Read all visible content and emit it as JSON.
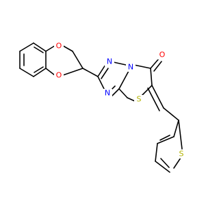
{
  "molecule": {
    "colors": {
      "carbon_bond": "#000000",
      "oxygen": "#ff0000",
      "nitrogen": "#0000ff",
      "sulfur": "#b2b200"
    },
    "atoms": {
      "o_dioxane_top": "O",
      "o_dioxane_bottom": "O",
      "n_triazole_top": "N",
      "n_triazole_fused": "N",
      "n_triazole_bottom": "N",
      "o_carbonyl": "O",
      "s_thiazole": "S",
      "s_thiophene": "S"
    }
  }
}
